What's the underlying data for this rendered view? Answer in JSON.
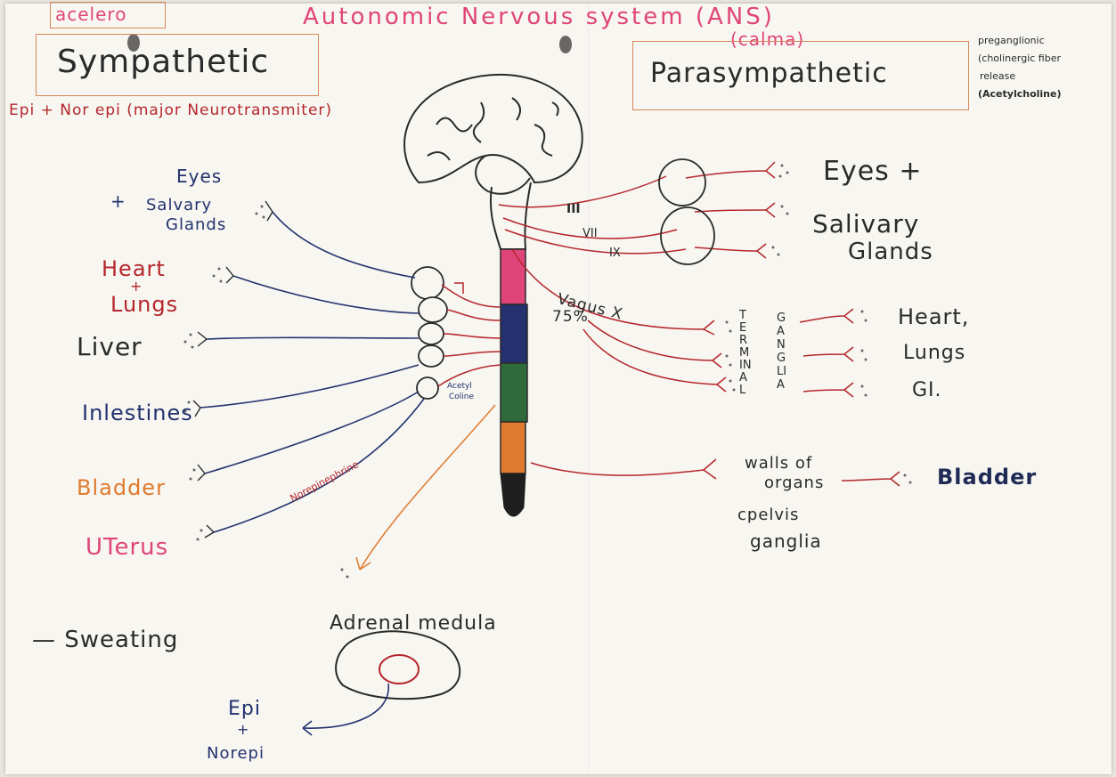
{
  "header": {
    "tag_left": "acelero",
    "title": "Autonomic Nervous system (ANS)",
    "tag_right": "(calma)"
  },
  "sympathetic": {
    "title": "Sympathetic",
    "neurotransmitter_note": "Epi + Nor epi (major Neurotransmiter)",
    "targets": {
      "eyes": "Eyes",
      "plus": "+",
      "salivary_1": "Salvary",
      "salivary_2": "Glands",
      "heart": "Heart",
      "heart_plus": "+",
      "lungs": "Lungs",
      "liver": "Liver",
      "intestines": "Inlestines",
      "bladder": "Bladder",
      "uterus": "UTerus"
    },
    "acetylcholine_label_1": "Acetyl",
    "acetylcholine_label_2": "Coline",
    "norepinephrine_label": "Norepinephrine",
    "sweating": "— Sweating",
    "adrenal": {
      "label": "Adrenal medula",
      "epi": "Epi",
      "plus": "+",
      "norepi": "Norepi"
    }
  },
  "parasympathetic": {
    "title": "Parasympathetic",
    "side_note": [
      "preganglionic",
      "(cholinergic fiber",
      "release",
      "(Acetylcholine)"
    ],
    "cranial_nerves": [
      "III",
      "VII",
      "IX"
    ],
    "vagus": "Vagus X",
    "vagus_percent": "75%",
    "terminal": "TERMINAL",
    "ganglia": "GANGLIA",
    "targets": {
      "eyes": "Eyes +",
      "salivary_1": "Salivary",
      "salivary_2": "Glands",
      "heart": "Heart,",
      "lungs": "Lungs",
      "gi": "GI.",
      "walls_1": "walls of",
      "walls_2": "organs",
      "walls_3": "cpelvis",
      "walls_4": "ganglia",
      "bladder": "Bladder"
    }
  },
  "colors": {
    "pink": "#e0457a",
    "red": "#b5262c",
    "navy": "#23326e",
    "orange": "#e07a2e",
    "green": "#2f6a3a",
    "ink": "#2a2a2a",
    "box": "#d9875a"
  }
}
